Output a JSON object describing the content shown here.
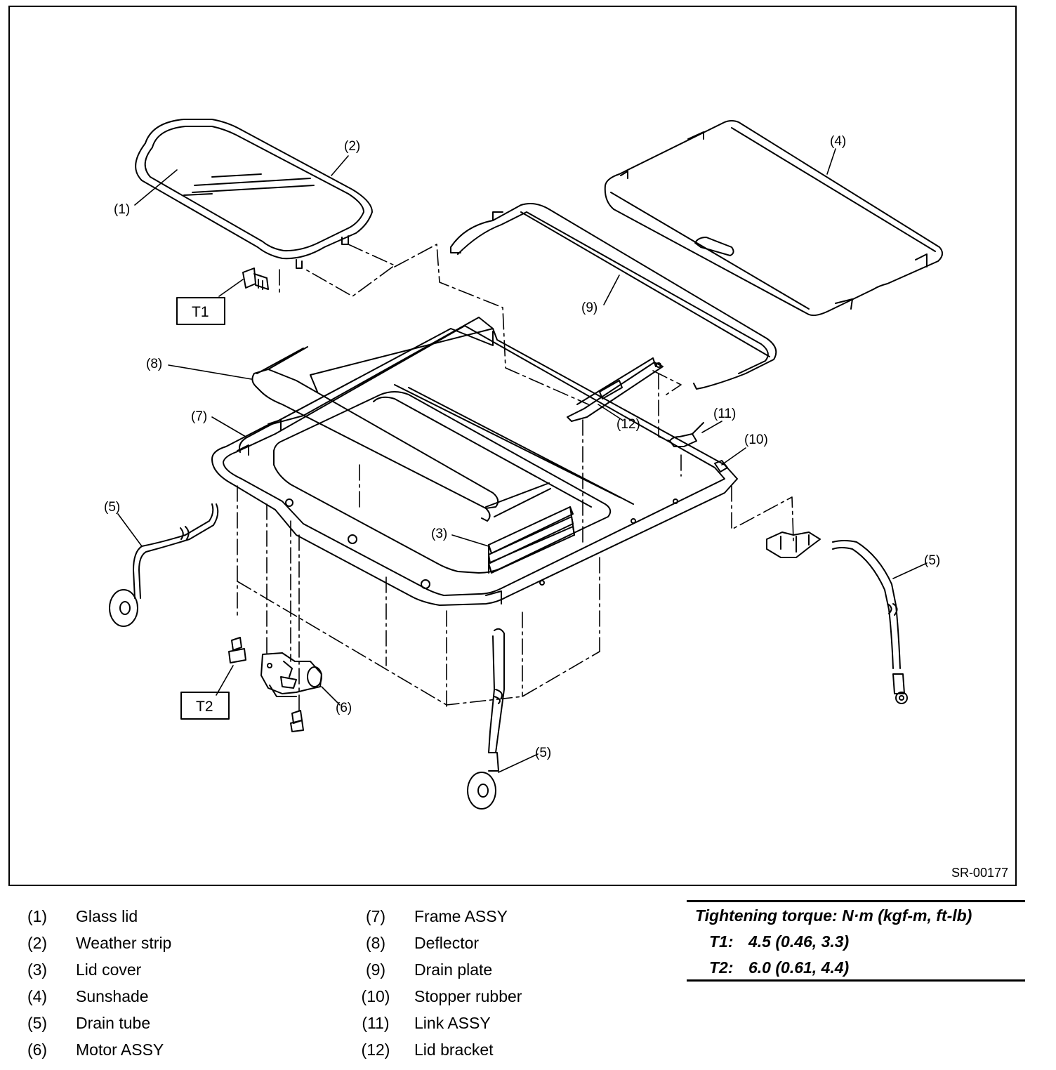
{
  "diagram": {
    "code": "SR-00177",
    "callouts": {
      "c1": "(1)",
      "c2": "(2)",
      "c3": "(3)",
      "c4": "(4)",
      "c5a": "(5)",
      "c5b": "(5)",
      "c5c": "(5)",
      "c6": "(6)",
      "c7": "(7)",
      "c8": "(8)",
      "c9": "(9)",
      "c10": "(10)",
      "c11": "(11)",
      "c12": "(12)"
    },
    "torque_tags": {
      "t1": "T1",
      "t2": "T2"
    }
  },
  "legend": {
    "items": [
      {
        "num": "(1)",
        "name": "Glass lid"
      },
      {
        "num": "(2)",
        "name": "Weather strip"
      },
      {
        "num": "(3)",
        "name": "Lid cover"
      },
      {
        "num": "(4)",
        "name": "Sunshade"
      },
      {
        "num": "(5)",
        "name": "Drain tube"
      },
      {
        "num": "(6)",
        "name": "Motor ASSY"
      },
      {
        "num": "(7)",
        "name": "Frame ASSY"
      },
      {
        "num": "(8)",
        "name": "Deflector"
      },
      {
        "num": "(9)",
        "name": "Drain plate"
      },
      {
        "num": "(10)",
        "name": "Stopper rubber"
      },
      {
        "num": "(11)",
        "name": "Link ASSY"
      },
      {
        "num": "(12)",
        "name": "Lid bracket"
      }
    ]
  },
  "torque": {
    "title": "Tightening torque: N·m (kgf-m, ft-lb)",
    "rows": [
      {
        "key": "T1:",
        "value": "4.5 (0.46, 3.3)"
      },
      {
        "key": "T2:",
        "value": "6.0 (0.61, 4.4)"
      }
    ]
  }
}
